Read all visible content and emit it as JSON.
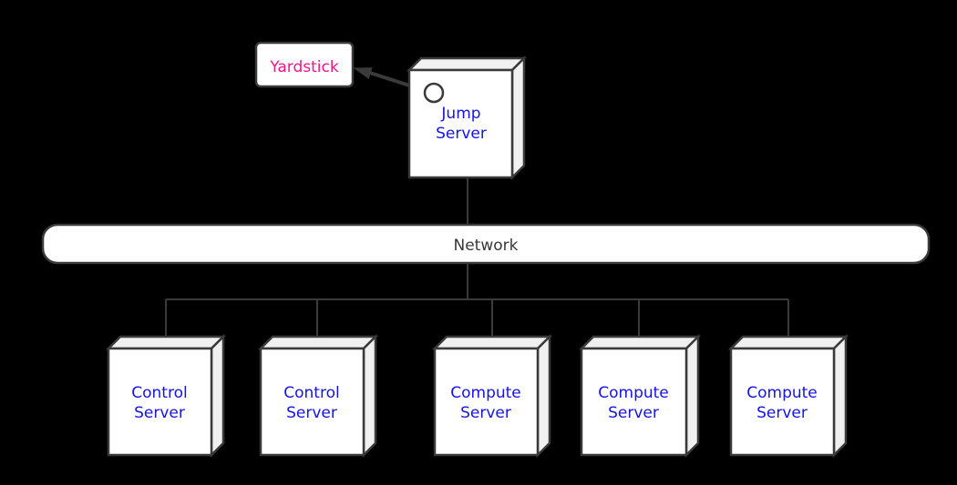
{
  "diagram": {
    "background": "#000000",
    "colors": {
      "node_fill": "#ffffff",
      "shade_fill": "#f0f0f0",
      "border": "#3a3a3a",
      "connector": "#3a3a3a",
      "server_label": "#1414e6",
      "yardstick_label": "#f5138d",
      "network_label": "#383838"
    },
    "yardstick": {
      "label": "Yardstick"
    },
    "jump_server": {
      "lines": [
        "Jump",
        "Server"
      ]
    },
    "network": {
      "label": "Network"
    },
    "servers": [
      {
        "lines": [
          "Control",
          "Server"
        ]
      },
      {
        "lines": [
          "Control",
          "Server"
        ]
      },
      {
        "lines": [
          "Compute",
          "Server"
        ]
      },
      {
        "lines": [
          "Compute",
          "Server"
        ]
      },
      {
        "lines": [
          "Compute",
          "Server"
        ]
      }
    ]
  }
}
